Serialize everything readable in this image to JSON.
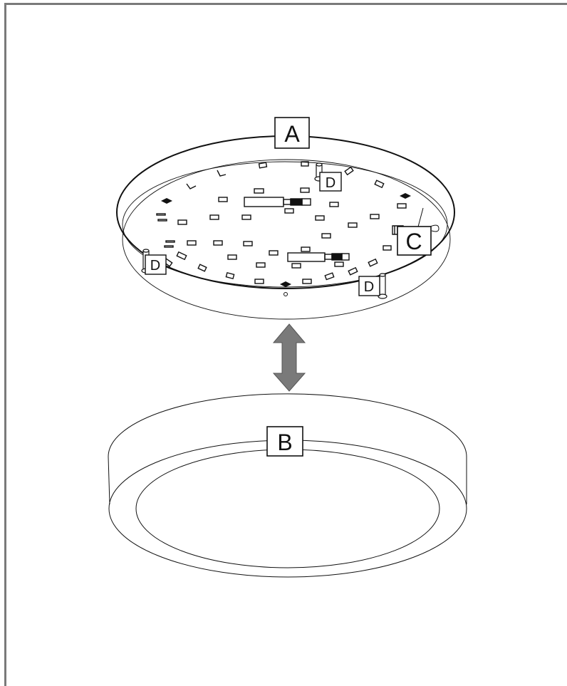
{
  "labels": {
    "a": "A",
    "b": "B",
    "c": "C",
    "d": "D"
  },
  "colors": {
    "stroke": "#111111",
    "arrow": "#7a7a7a",
    "frame": "#7a7a7a",
    "background": "#ffffff"
  }
}
